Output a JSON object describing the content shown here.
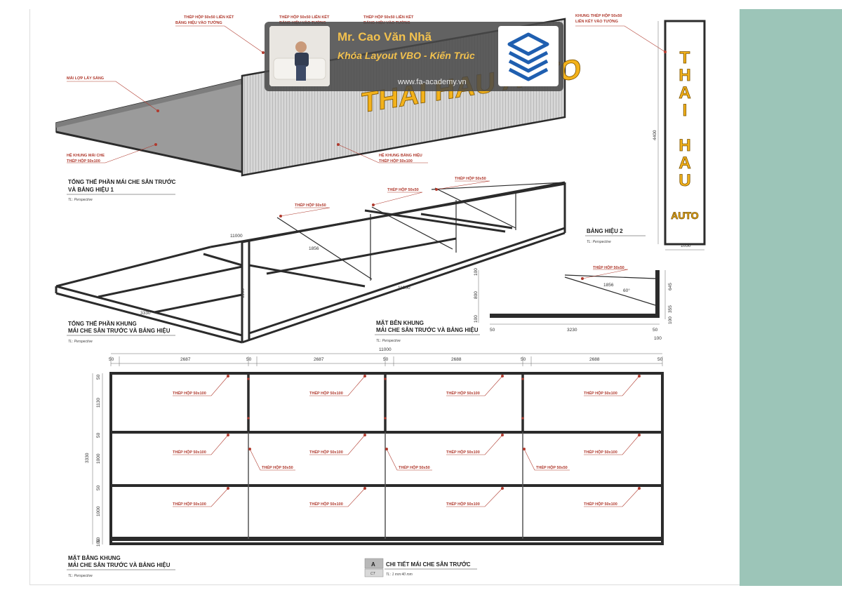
{
  "branding": {
    "name": "Mr. Cao Văn Nhã",
    "course": "Khóa Layout VBO - Kiến Trúc",
    "website": "www.fa-academy.vn"
  },
  "signage": {
    "sign_text": "THAI HAU AUTO",
    "sign_letters": [
      "T",
      "H",
      "A",
      "I",
      "H",
      "A",
      "U"
    ],
    "sign_auto": "AUTO",
    "front_text": "THAI HAU AUTO"
  },
  "view1": {
    "title_1": "TỔNG THỂ PHẦN MÁI CHE SÂN TRƯỚC",
    "title_2": "VÀ BẢNG HIỆU 1",
    "scale": "TL: Perspective",
    "labels": {
      "roof": "MÁI LỢP LẤY SÁNG",
      "roof_frame_1": "HỆ KHUNG MÁI CHE",
      "roof_frame_2": "THÉP HỘP 50x100",
      "sign_frame_1": "HỆ KHUNG BẢNG HIỆU",
      "sign_frame_2": "THÉP HỘP 50x100",
      "connect_a1": "THÉP HỘP 50x50 LIÊN KẾT",
      "connect_a2": "BẢNG HIỆU VÀO TƯỜNG",
      "connect_b1": "THÉP HỘP 50x50 LIÊN KẾT",
      "connect_b2": "BẢNG HIỆU VÀO TƯỜNG",
      "connect_c1": "THÉP HỘP 50x50 LIÊN KẾT",
      "connect_c2": "BẢNG HIỆU VÀO TƯỜNG"
    }
  },
  "view2": {
    "title": "BẢNG HIỆU 2",
    "scale": "TL: Perspective",
    "label_1": "KHUNG THÉP HỘP 50x50",
    "label_2": "LIÊN KẾT VÀO TƯỜNG",
    "height": "4400",
    "width": "1050"
  },
  "view3": {
    "title_1": "TỔNG THỂ PHẦN KHUNG",
    "title_2": "MÁI CHE SÂN TRƯỚC VÀ BẢNG HIỆU",
    "scale": "TL: Perspective",
    "brace_labels": [
      "THÉP HỘP 50x50",
      "THÉP HỘP 50x50",
      "THÉP HỘP 50x50"
    ],
    "dims": {
      "length": "11000",
      "length_top": "11000",
      "depth": "3330",
      "height": "1100",
      "brace": "1856"
    }
  },
  "view4": {
    "title_1": "MẶT BÊN KHUNG",
    "title_2": "MÁI CHE SÂN TRƯỚC VÀ BẢNG HIỆU",
    "scale": "TL: Perspective",
    "brace_label": "THÉP HỘP 50x50",
    "dims": {
      "brace": "1856",
      "angle": "60°",
      "span": "3230",
      "left": "50",
      "right": "50",
      "bottom": "100",
      "v1": "645",
      "v2": "355",
      "v3": "100",
      "left_v1": "100",
      "left_v2": "800",
      "left_v3": "100"
    }
  },
  "plan": {
    "title_1": "MẶT BẰNG KHUNG",
    "title_2": "MÁI CHE SÂN TRƯỚC VÀ BẢNG HIỆU",
    "scale": "TL: Perspective",
    "overall_width": "11000",
    "overall_depth": "3330",
    "top_dims": [
      "50",
      "2687",
      "50",
      "2687",
      "50",
      "2688",
      "50",
      "2688",
      "50"
    ],
    "side_dims": [
      "50",
      "1130",
      "50",
      "1000",
      "50",
      "1000",
      "50",
      "100"
    ],
    "beam_label": "THÉP HỘP 50x100",
    "post_label": "THÉP HỘP 50x50"
  },
  "title_block": {
    "code": "A",
    "title": "CHI TIẾT MÁI CHE SÂN TRƯỚC",
    "ct": "CT",
    "scale": "TL: 1 mm:40 mm"
  }
}
